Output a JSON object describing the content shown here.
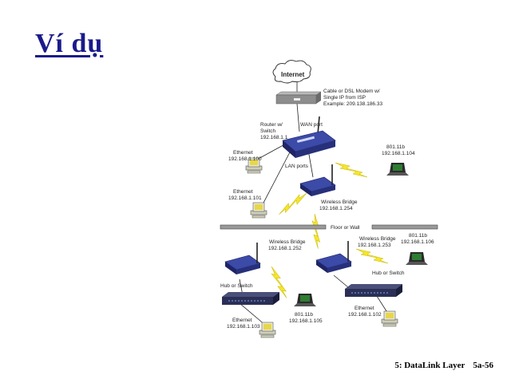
{
  "slide": {
    "title": "Ví dụ"
  },
  "diagram": {
    "internet": "Internet",
    "modem": [
      "Cable or DSL Modem w/",
      "Single IP from ISP",
      "Example: 209.138.186.33"
    ],
    "router": [
      "Router w/",
      "Switch",
      "192.168.1.1"
    ],
    "wan_port": "WAN port",
    "lan_ports": "LAN ports",
    "eth_100": [
      "Ethernet",
      "192.168.1.100"
    ],
    "eth_101": [
      "Ethernet",
      "192.168.1.101"
    ],
    "wl_104": [
      "801.11b",
      "192.168.1.104"
    ],
    "bridge_254": [
      "Wireless Bridge",
      "192.168.1.254"
    ],
    "floor": "Floor or Wall",
    "bridge_252": [
      "Wireless Bridge",
      "192.168.1.252"
    ],
    "bridge_253": [
      "Wireless Bridge",
      "192.168.1.253"
    ],
    "wl_106": [
      "801.11b",
      "192.168.1.106"
    ],
    "hub_left": "Hub or Switch",
    "hub_right": "Hub or Switch",
    "eth_103": [
      "Ethernet",
      "192.168.1.103"
    ],
    "wl_105": [
      "801.11b",
      "192.168.1.105"
    ],
    "eth_102": [
      "Ethernet",
      "192.168.1.102"
    ]
  },
  "footer": {
    "chapter": "5: DataLink Layer",
    "page": "5a-56"
  }
}
